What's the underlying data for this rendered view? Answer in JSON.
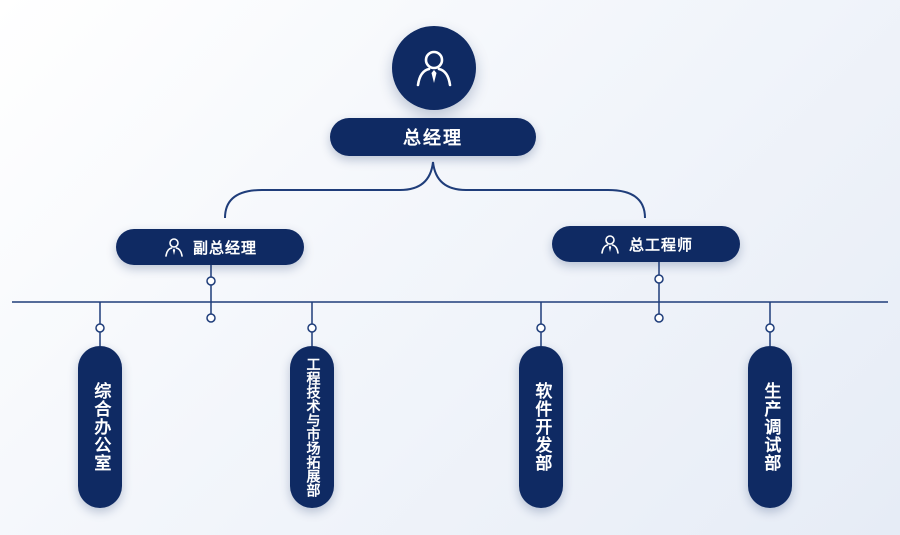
{
  "chart": {
    "root": {
      "label": "总经理",
      "icon": "manager-icon"
    },
    "managers": [
      {
        "label": "副总经理",
        "icon": "person-icon"
      },
      {
        "label": "总工程师",
        "icon": "person-icon"
      }
    ],
    "departments": [
      {
        "label": "综合办公室"
      },
      {
        "label": "工程技术与市场拓展部"
      },
      {
        "label": "软件开发部"
      },
      {
        "label": "生产调试部"
      }
    ]
  },
  "colors": {
    "primary": "#0f2a63",
    "line": "#1f3d7a",
    "background": "#eef2f8"
  }
}
